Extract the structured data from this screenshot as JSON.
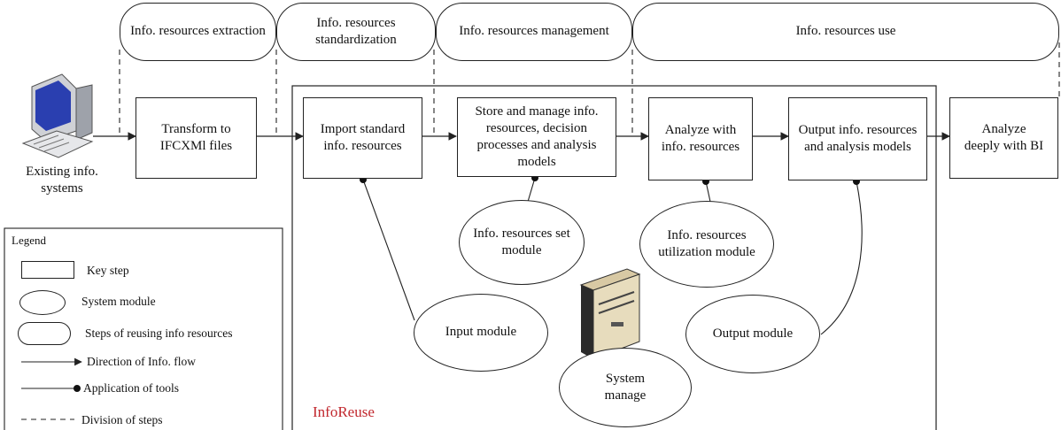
{
  "stages": {
    "extraction": "Info. resources extraction",
    "standardization": "Info. resources standardization",
    "management": "Info. resources management",
    "use": "Info. resources use"
  },
  "steps": {
    "existing": "Existing info. systems",
    "transform": "Transform to IFCXMl files",
    "import": "Import standard info. resources",
    "store": "Store and manage info. resources, decision processes and analysis models",
    "analyze": "Analyze with info. resources",
    "output": "Output info. resources and analysis models",
    "bi": "Analyze deeply with BI"
  },
  "modules": {
    "set": "Info. resources set module",
    "utilization": "Info. resources utilization module",
    "input": "Input module",
    "output": "Output module",
    "system": "System manage"
  },
  "container_label": "InfoReuse",
  "legend": {
    "title": "Legend",
    "key_step": "Key step",
    "system_module": "System module",
    "reuse_steps": "Steps of reusing info resources",
    "info_flow": "Direction of Info. flow",
    "tools": "Application of tools",
    "division": "Division of steps"
  },
  "icons": [
    "computer-icon",
    "server-icon"
  ],
  "colors": {
    "container_label": "#c1272d",
    "lines": "#222222"
  }
}
